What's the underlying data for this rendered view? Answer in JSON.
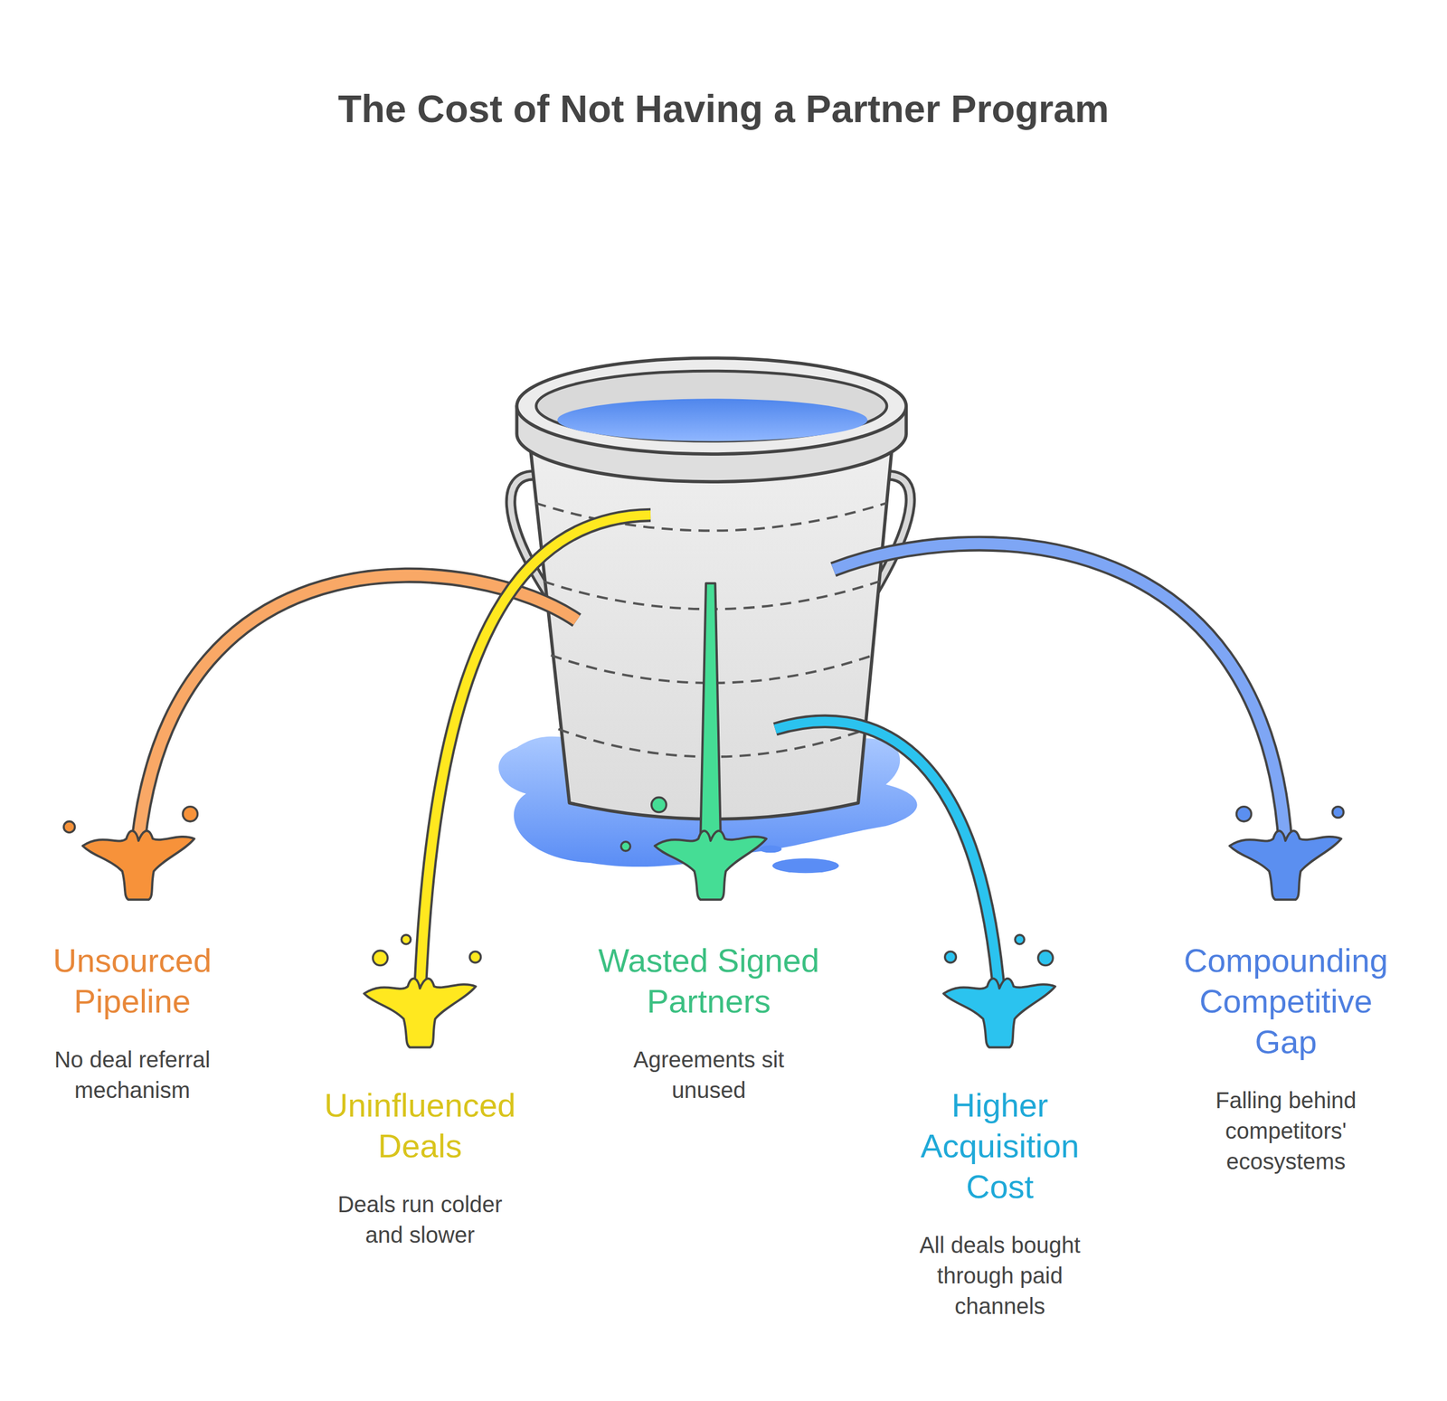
{
  "diagram": {
    "title": "The Cost of Not Having a Partner Program",
    "nodes": [
      {
        "text": [
          "Unsourced Pipeline",
          "No deal referral mechanism"
        ]
      },
      {
        "text": [
          "Uninfluenced Deals",
          "Deals run colder and slower"
        ]
      },
      {
        "text": [
          "Wasted Signed Partners",
          "Agreements sit unused"
        ]
      },
      {
        "text": [
          "Higher Acquisition Cost",
          "All deals bought through paid channels"
        ]
      },
      {
        "text": [
          "Compounding Competitive Gap",
          "Falling behind competitors' ecosystems"
        ]
      }
    ]
  }
}
